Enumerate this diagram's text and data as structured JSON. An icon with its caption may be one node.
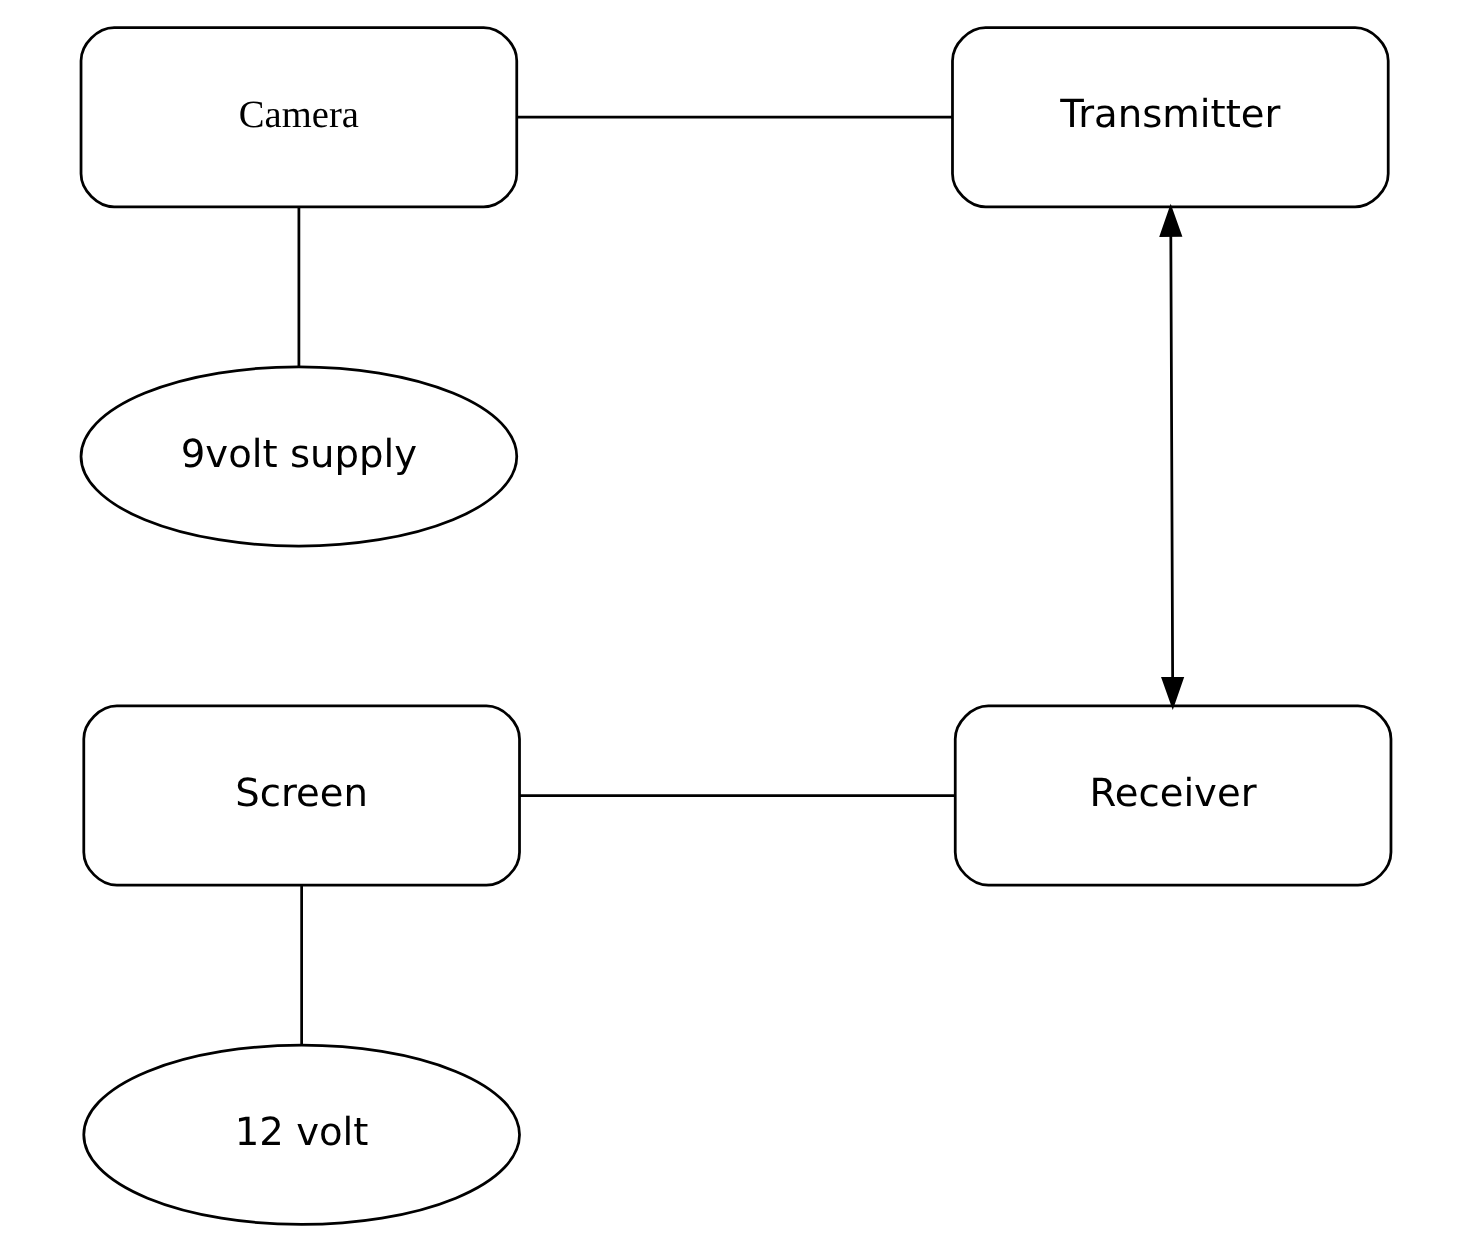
{
  "diagram": {
    "nodes": [
      {
        "text": [
          "Camera"
        ]
      },
      {
        "text": [
          "Transmitter"
        ]
      },
      {
        "text": [
          "9volt supply"
        ]
      },
      {
        "text": [
          "Screen"
        ]
      },
      {
        "text": [
          "Receiver"
        ]
      },
      {
        "text": [
          "12 volt"
        ]
      }
    ],
    "edges": [
      {
        "from": 0,
        "to": 1,
        "arrow": "none"
      },
      {
        "from": 0,
        "to": 2,
        "arrow": "none"
      },
      {
        "from": 1,
        "to": 4,
        "arrow": "both"
      },
      {
        "from": 3,
        "to": 4,
        "arrow": "none"
      },
      {
        "from": 3,
        "to": 5,
        "arrow": "none"
      }
    ]
  }
}
